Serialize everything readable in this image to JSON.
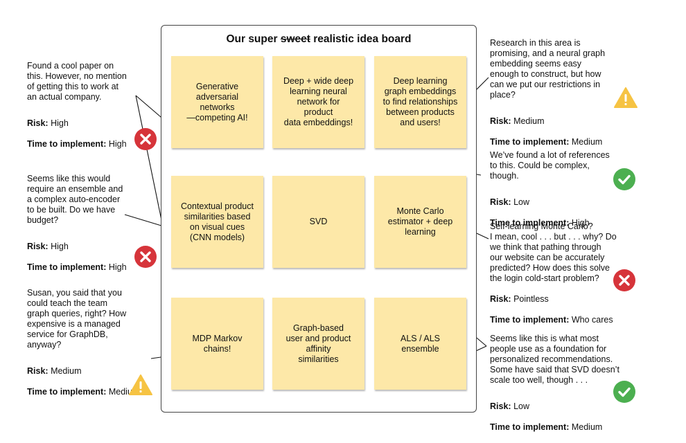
{
  "board": {
    "title_pre": "Our super ",
    "title_strike": "sweet",
    "title_post": " realistic idea board",
    "notes": [
      "Generative\nadversarial\nnetworks\n—competing AI!",
      "Deep + wide deep\nlearning neural\nnetwork for\nproduct\ndata embeddings!",
      "Deep learning\ngraph embeddings\nto find relationships\nbetween products\nand users!",
      "Contextual product\nsimilarities based\non visual cues\n(CNN models)",
      "SVD",
      "Monte Carlo\nestimator + deep\nlearning",
      "MDP Markov\nchains!",
      "Graph-based\nuser and product\naffinity\nsimilarities",
      "ALS / ALS\nensemble"
    ]
  },
  "labels": {
    "risk": "Risk:",
    "time": "Time to implement:"
  },
  "comments": [
    {
      "text": "Found a cool paper on\nthis. However, no mention\nof getting this to work at\nan actual company.",
      "risk": "High",
      "time": "High",
      "icon": "x-icon"
    },
    {
      "text": "Seems like this would\nrequire an ensemble and\na complex auto-encoder\nto be built. Do we have\nbudget?",
      "risk": "High",
      "time": "High",
      "icon": "x-icon"
    },
    {
      "text": "Susan, you said that you\ncould teach the team\ngraph queries, right? How\nexpensive is a managed\nservice for GraphDB,\nanyway?",
      "risk": "Medium",
      "time": "Medium",
      "icon": "warning-icon"
    },
    {
      "text": "Research in this area is\npromising, and a neural graph\nembedding seems easy\nenough to construct, but how\ncan we put our restrictions in\nplace?",
      "risk": "Medium",
      "time": "Medium",
      "icon": "warning-icon"
    },
    {
      "text": "We’ve found a lot of references\nto this. Could be complex,\nthough.",
      "risk": "Low",
      "time": "High",
      "icon": "check-icon"
    },
    {
      "text": "Self-learning Monte Carlo?\nI mean, cool . . . but . . . why? Do\nwe think that pathing through\nour website can be accurately\npredicted? How does this solve\nthe login cold-start problem?",
      "risk": "Pointless",
      "time": "Who cares",
      "icon": "x-icon"
    },
    {
      "text": "Seems like this is what most\npeople use as a foundation for\npersonalized recommendations.\nSome have said that SVD doesn’t\nscale too well, though . . .",
      "risk": "Low",
      "time": "Medium",
      "icon": "check-icon"
    }
  ],
  "colors": {
    "note": "#fde8a8",
    "x": "#d6343a",
    "check": "#4caf50",
    "warning": "#f6c343"
  }
}
